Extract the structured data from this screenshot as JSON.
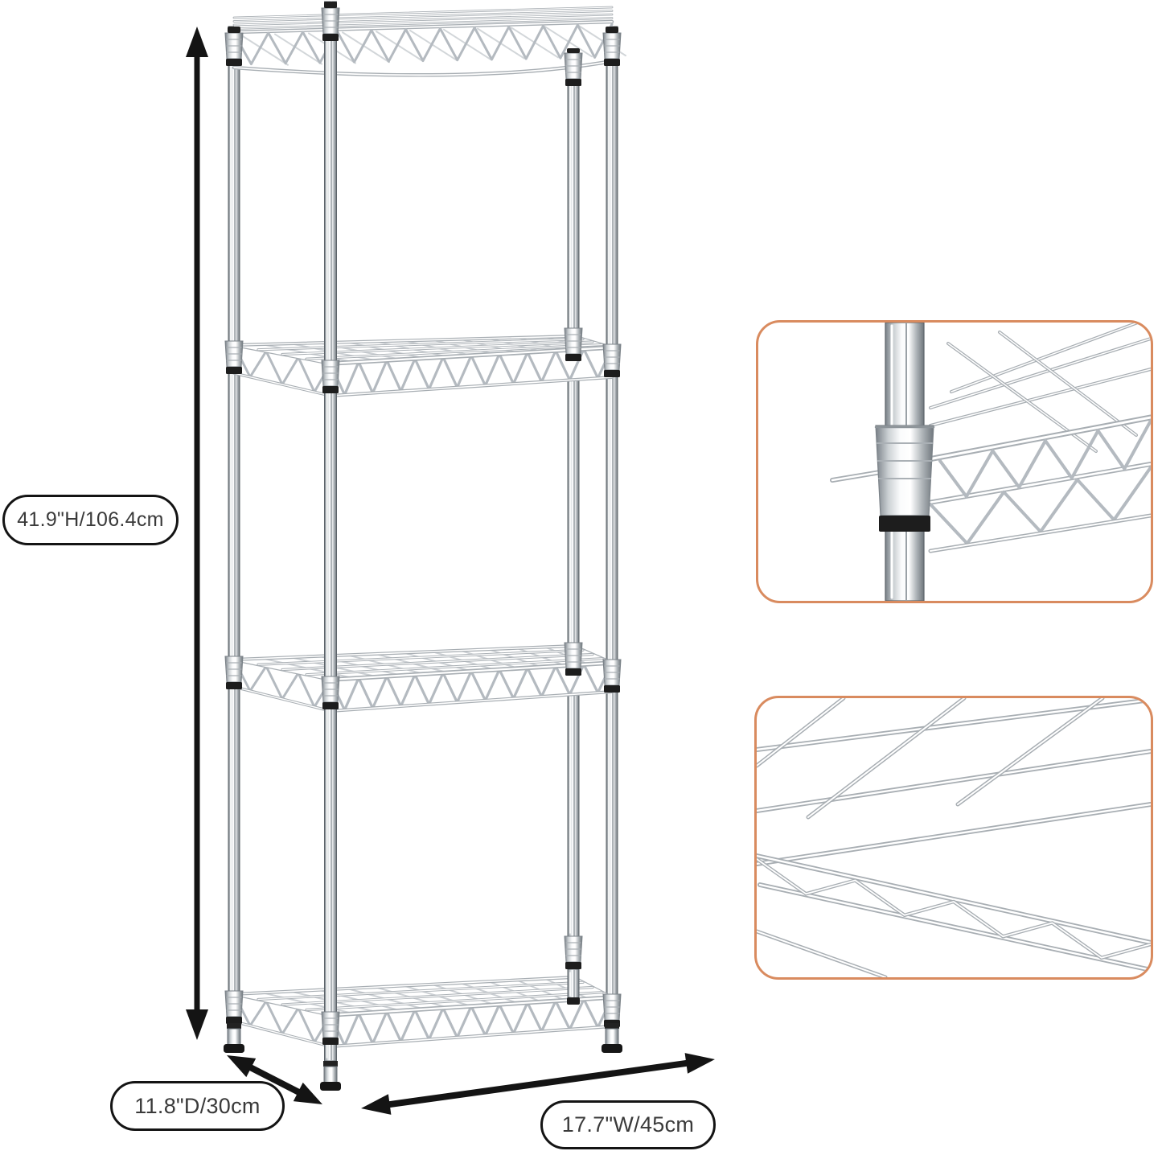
{
  "product": {
    "alt": "4-tier chrome wire shelving unit shown with dimension arrows and two zoom-in detail views",
    "shelf_count": 4
  },
  "dimension_labels": {
    "height": "41.9\"H/106.4cm",
    "depth": "11.8\"D/30cm",
    "width": "17.7\"W/45cm"
  },
  "callouts": [
    {
      "name": "pole-sleeve-connector-detail"
    },
    {
      "name": "wire-shelf-mesh-detail"
    }
  ],
  "colors": {
    "background": "#ffffff",
    "accent_orange": "#d98b5f",
    "line_black": "#141414",
    "label_text": "#3a3a3a",
    "wire_gray": "#a8aeb3",
    "mesh_gray": "#ccd0d4",
    "zig_gray": "#b4bac0",
    "chrome_dark": "#6f767c",
    "hardware_black": "#1d1d1d"
  }
}
